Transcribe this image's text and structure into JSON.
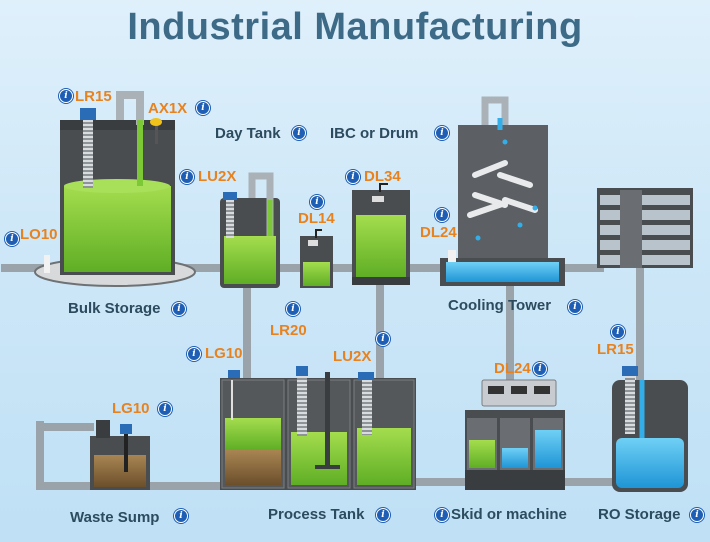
{
  "title": "Industrial Manufacturing",
  "labels": {
    "lr15_bulk": "LR15",
    "ax1x": "AX1X",
    "day_tank": "Day Tank",
    "ibc": "IBC or Drum",
    "lu2x_top": "LU2X",
    "dl34": "DL34",
    "dl14": "DL14",
    "dl24_cool": "DL24",
    "lo10": "LO10",
    "bulk_storage": "Bulk Storage",
    "cooling_tower": "Cooling Tower",
    "lr20": "LR20",
    "lg10_proc": "LG10",
    "lu2x_proc": "LU2X",
    "dl24_skid": "DL24",
    "lr15_ro": "LR15",
    "lg10_waste": "LG10",
    "waste_sump": "Waste Sump",
    "process_tank": "Process Tank",
    "skid": "Skid or machine",
    "ro_storage": "RO Storage"
  },
  "icon": {
    "info_glyph": "i",
    "name": "info-icon"
  },
  "colors": {
    "title": "#3d6a86",
    "sensor_label": "#e8821e",
    "area_label": "#2d4b5e",
    "green_liquid": "#7cc837",
    "blue_liquid": "#33aee8",
    "brown_liquid": "#8a6a3e",
    "tank_body": "#55585b",
    "pipe": "#9aa3aa"
  }
}
